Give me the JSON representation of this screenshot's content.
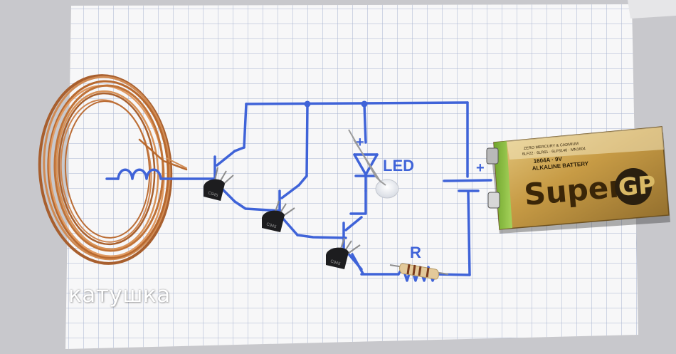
{
  "caption": "катушка",
  "schematic": {
    "led_label": "LED",
    "led_plus": "+",
    "battery_plus": "+",
    "resistor_label": "R"
  },
  "battery": {
    "brand_logo": "GP",
    "brand_name": "Super",
    "lines": [
      "ZERO MERCURY & CADMIUM",
      "6LF22 · 6LR61 · 6LP3146 · MN1604",
      "1604A · 9V",
      "ALKALINE BATTERY"
    ]
  },
  "transistors": [
    {
      "marking": "C945"
    },
    {
      "marking": "C945"
    },
    {
      "marking": "C945"
    }
  ],
  "colors": {
    "ink": "#3f63d8",
    "grid": "#a7b3cf",
    "paper": "#f7f7f8",
    "copper": "#c47a45",
    "battery_gold": "#c9a04a",
    "battery_green": "#8fc13e"
  }
}
